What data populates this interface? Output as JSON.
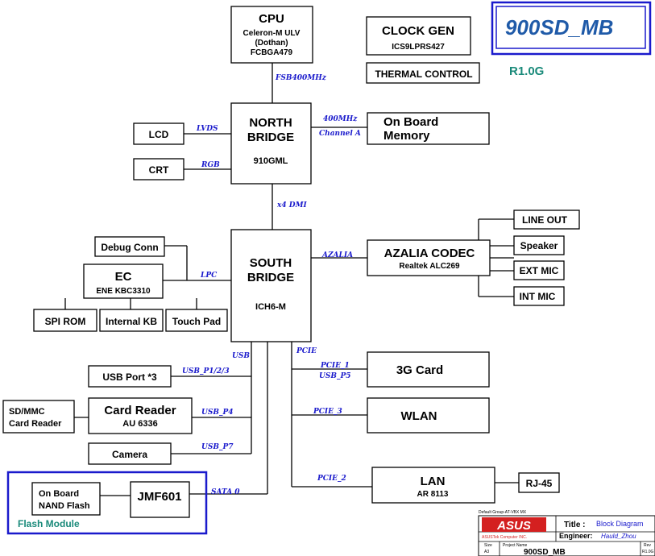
{
  "title": "900SD_MB",
  "revision": "R1.0G",
  "blocks": {
    "cpu": {
      "name": "CPU",
      "line1": "Celeron-M ULV",
      "line2": "(Dothan)",
      "line3": "FCBGA479"
    },
    "clock_gen": {
      "name": "CLOCK GEN",
      "part": "ICS9LPRS427"
    },
    "thermal": {
      "name": "THERMAL CONTROL"
    },
    "north_bridge": {
      "name1": "NORTH",
      "name2": "BRIDGE",
      "part": "910GML"
    },
    "lcd": "LCD",
    "crt": "CRT",
    "memory": {
      "line1": "On Board",
      "line2": "Memory"
    },
    "south_bridge": {
      "name1": "SOUTH",
      "name2": "BRIDGE",
      "part": "ICH6-M"
    },
    "debug": "Debug Conn",
    "ec": {
      "name": "EC",
      "part": "ENE KBC3310"
    },
    "spi_rom": "SPI ROM",
    "internal_kb": "Internal KB",
    "touch_pad": "Touch Pad",
    "codec": {
      "name": "AZALIA CODEC",
      "part": "Realtek ALC269"
    },
    "line_out": "LINE OUT",
    "speaker": "Speaker",
    "ext_mic": "EXT MIC",
    "int_mic": "INT MIC",
    "usb_port": "USB Port *3",
    "card_reader": {
      "name": "Card Reader",
      "part": "AU 6336"
    },
    "sd_mmc": {
      "line1": "SD/MMC",
      "line2": "Card Reader"
    },
    "camera": "Camera",
    "card_3g": "3G Card",
    "wlan": "WLAN",
    "lan": {
      "name": "LAN",
      "part": "AR 8113"
    },
    "rj45": "RJ-45",
    "nand": {
      "line1": "On Board",
      "line2": "NAND Flash"
    },
    "jmf": "JMF601",
    "flash_module": "Flash Module"
  },
  "signals": {
    "fsb": "FSB400MHz",
    "mem_speed": "400MHz",
    "mem_channel": "Channel A",
    "lvds": "LVDS",
    "rgb": "RGB",
    "dmi": "x4 DMI",
    "azalia": "AZALIA",
    "lpc": "LPC",
    "usb": "USB",
    "pcie": "PCIE",
    "pcie1": "PCIE_1",
    "usb_p5": "USB_P5",
    "pcie3": "PCIE_3",
    "pcie2": "PCIE_2",
    "usb_p123": "USB_P1/2/3",
    "usb_p4": "USB_P4",
    "usb_p7": "USB_P7",
    "sata": "SATA 0"
  },
  "title_block": {
    "header": "Default Group-AT-VBX MX",
    "logo": "ASUS",
    "company": "ASUSTek Computer INC.",
    "title_label": "Title :",
    "title_value": "Block Diagram",
    "engineer_label": "Engineer:",
    "engineer_value": "Hauld_Zhou",
    "size_label": "Size",
    "size_value": "A3",
    "project_label": "Project Name",
    "project_value": "900SD_MB",
    "rev_label": "Rev",
    "rev_value": "R1.0G"
  },
  "colors": {
    "accent_blue": "#1a1acc",
    "title_blue": "#1f5aa8",
    "revision_teal": "#1a8a7a",
    "logo_red": "#d42020"
  }
}
